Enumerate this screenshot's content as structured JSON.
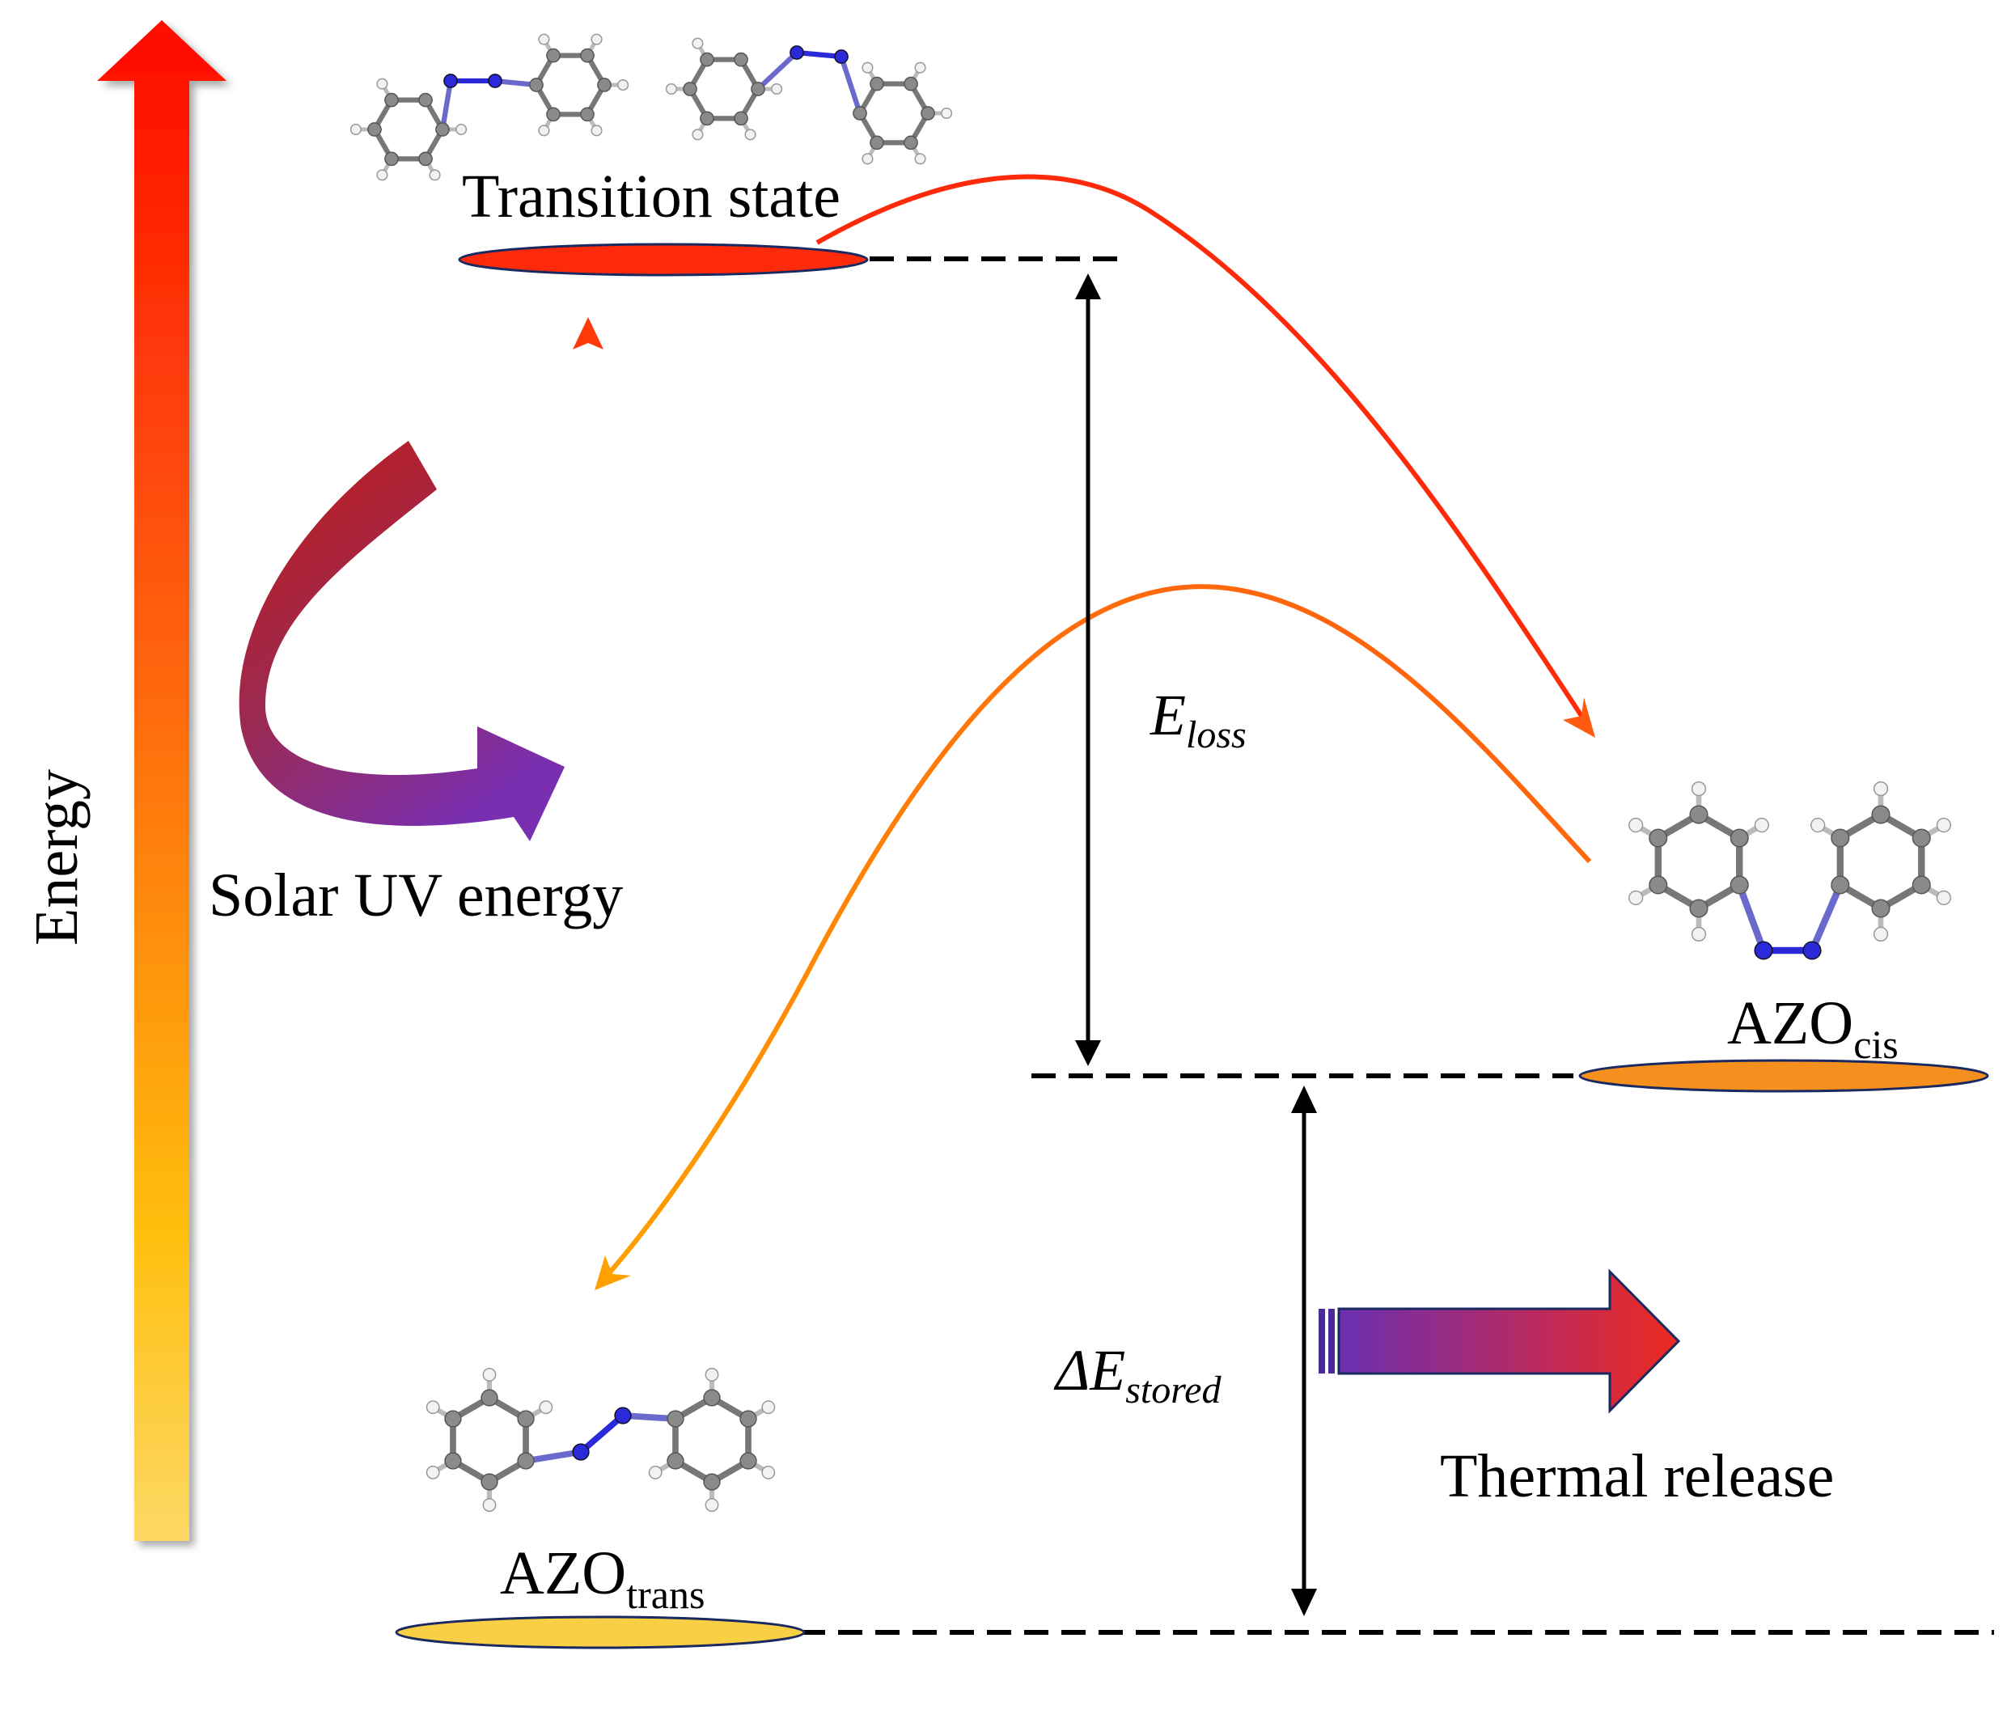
{
  "axis": {
    "label": "Energy",
    "gradient_top": "#ff0a00",
    "gradient_bottom": "#fcd865"
  },
  "levels": {
    "transition_state": {
      "label": "Transition state",
      "color": "#ff2a0a"
    },
    "cis": {
      "label": "AZO",
      "subscript": "cis",
      "color": "#f5901e"
    },
    "trans": {
      "label": "AZO",
      "subscript": "trans",
      "color": "#f8cf45"
    }
  },
  "energies": {
    "loss": {
      "label": "E",
      "subscript": "loss"
    },
    "stored": {
      "label": "ΔE",
      "subscript": "stored"
    }
  },
  "solar": {
    "label": "Solar UV energy",
    "arrow_start_color": "#c0241a",
    "arrow_end_color": "#7a2fb0"
  },
  "thermal": {
    "label": "Thermal release",
    "arrow_start_color": "#6a2fb0",
    "arrow_end_color": "#e8281e"
  },
  "curves": {
    "upper_color": "#ff2a0a",
    "lower_color": "#ff7a10"
  },
  "molecule_colors": {
    "carbon": "#8a8a8a",
    "hydrogen": "#f2f2f2",
    "nitrogen": "#2a2ad8"
  }
}
